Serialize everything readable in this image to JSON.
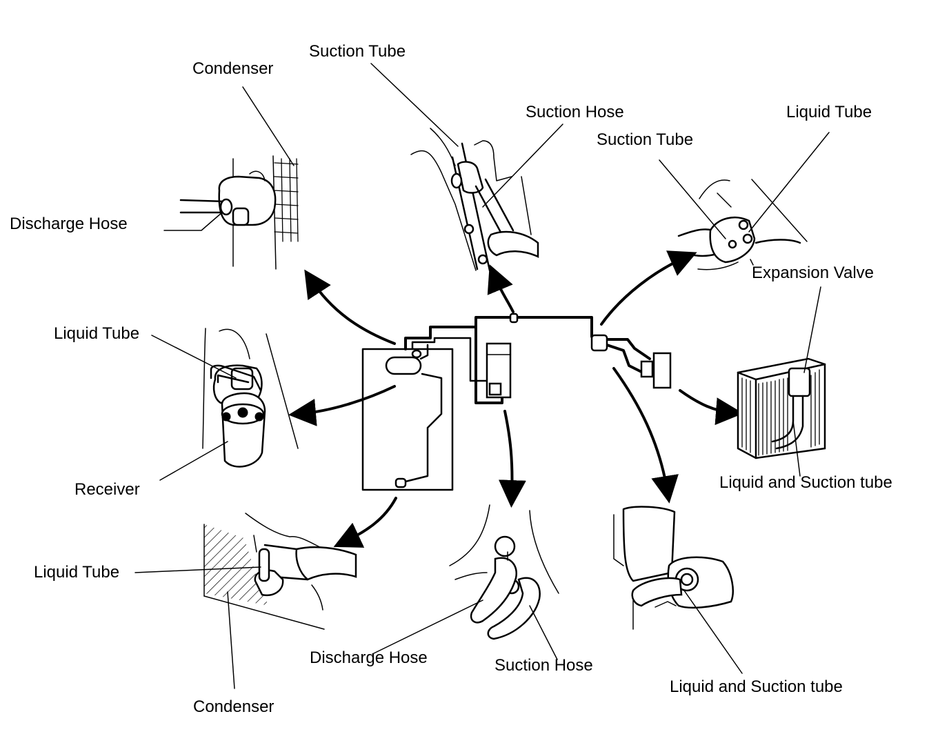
{
  "labels": {
    "condenser_top": "Condenser",
    "discharge_hose_left": "Discharge Hose",
    "suction_tube_top": "Suction Tube",
    "suction_hose_top": "Suction Hose",
    "suction_tube_right": "Suction Tube",
    "liquid_tube_top_right": "Liquid Tube",
    "expansion_valve": "Expansion Valve",
    "liquid_tube_left": "Liquid Tube",
    "receiver": "Receiver",
    "liquid_and_suction_tube_right": "Liquid and Suction tube",
    "liquid_tube_bottom_left": "Liquid Tube",
    "discharge_hose_bottom": "Discharge Hose",
    "suction_hose_bottom": "Suction Hose",
    "liquid_and_suction_tube_bottom": "Liquid and Suction tube",
    "condenser_bottom": "Condenser"
  }
}
